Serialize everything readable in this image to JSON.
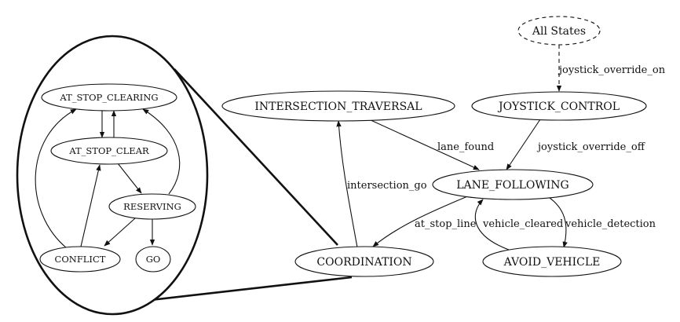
{
  "nodes": {
    "all_states": "All States",
    "joystick_control": "JOYSTICK_CONTROL",
    "intersection_traversal": "INTERSECTION_TRAVERSAL",
    "lane_following": "LANE_FOLLOWING",
    "coordination": "COORDINATION",
    "avoid_vehicle": "AVOID_VEHICLE"
  },
  "edges": {
    "joystick_override_on": "joystick_override_on",
    "joystick_override_off": "joystick_override_off",
    "lane_found": "lane_found",
    "intersection_go": "intersection_go",
    "at_stop_line": "at_stop_line",
    "vehicle_cleared": "vehicle_cleared",
    "vehicle_detection": "vehicle_detection"
  },
  "inset": {
    "at_stop_clearing": "AT_STOP_CLEARING",
    "at_stop_clear": "AT_STOP_CLEAR",
    "reserving": "RESERVING",
    "conflict": "CONFLICT",
    "go": "GO"
  }
}
